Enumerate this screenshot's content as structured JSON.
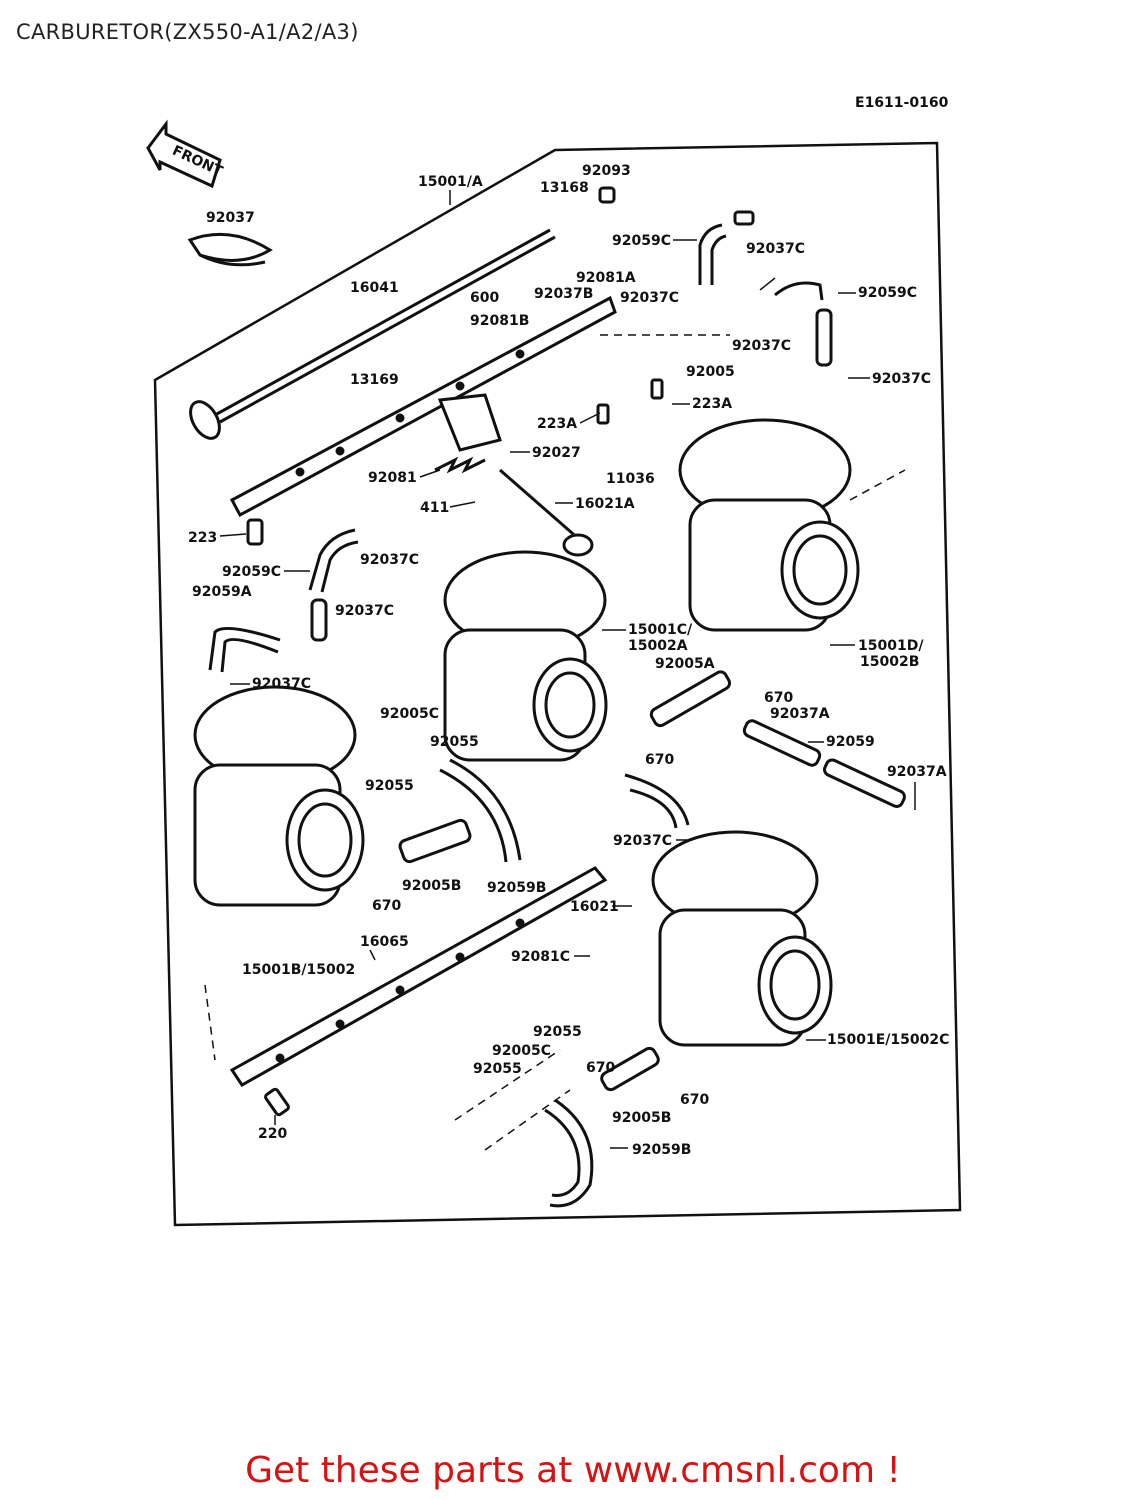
{
  "title": "CARBURETOR(ZX550-A1/A2/A3)",
  "diagram_code": "E1611-0160",
  "front_label": "FRONT",
  "cta_text": "Get these parts at www.cmsnl.com !",
  "parts": {
    "p15001A": "15001/A",
    "p92093": "92093",
    "p13168": "13168",
    "p92037_top": "92037",
    "p92059C_1": "92059C",
    "p92037C_1": "92037C",
    "p16041": "16041",
    "p600": "600",
    "p92081A": "92081A",
    "p92037B": "92037B",
    "p92037C_2": "92037C",
    "p92059C_2": "92059C",
    "p92081B": "92081B",
    "p92037C_3": "92037C",
    "p92005": "92005",
    "p13169": "13169",
    "p92037C_4": "92037C",
    "p223A_1": "223A",
    "p223A_2": "223A",
    "p92027": "92027",
    "p11036": "11036",
    "p92081": "92081",
    "p411": "411",
    "p16021A": "16021A",
    "p223": "223",
    "p92059C_3": "92059C",
    "p92037C_5": "92037C",
    "p92059A": "92059A",
    "p92037C_6": "92037C",
    "p15001C": "15001C/",
    "p15002A": "15002A",
    "p15001D": "15001D/",
    "p15002B": "15002B",
    "p92037C_7": "92037C",
    "p92005A": "92005A",
    "p670_1": "670",
    "p92005C_1": "92005C",
    "p92037A_1": "92037A",
    "p92055_1": "92055",
    "p92055_2": "92055",
    "p92059": "92059",
    "p670_2": "670",
    "p92037A_2": "92037A",
    "p92037C_8": "92037C",
    "p92005B_1": "92005B",
    "p92059B_1": "92059B",
    "p670_3": "670",
    "p16021": "16021",
    "p16065": "16065",
    "p15001B": "15001B/15002",
    "p92081C": "92081C",
    "p92055_3": "92055",
    "p15001E": "15001E/15002C",
    "p92005C_2": "92005C",
    "p670_4": "670",
    "p92055_4": "92055",
    "p92005B_2": "92005B",
    "p670_5": "670",
    "p220": "220",
    "p92059B_2": "92059B"
  }
}
